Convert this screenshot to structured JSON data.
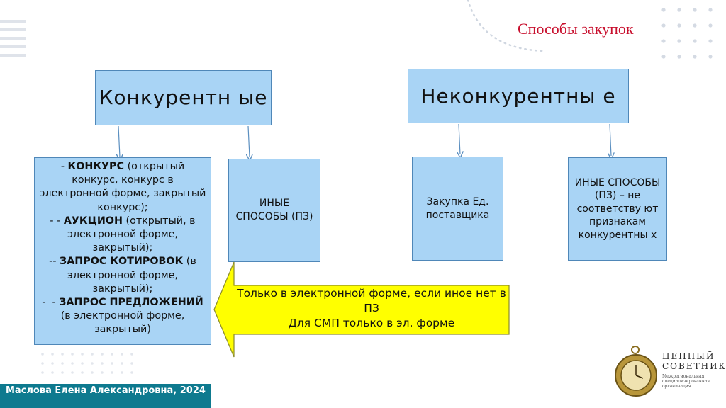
{
  "title": "Способы закупок",
  "competitive": {
    "header": "Конкурентн ые",
    "items": [
      {
        "bold": "КОНКУРС",
        "text": " (открытый конкурс, конкурс в электронной форме, закрытый конкурс);",
        "prefix": ""
      },
      {
        "bold": "АУКЦИОН",
        "text": " (открытый, в электронной форме, закрытый);",
        "prefix": "- "
      },
      {
        "bold": "ЗАПРОС КОТИРОВОК",
        "text": " (в электронной форме, закрытый);",
        "prefix": "- "
      },
      {
        "bold": "ЗАПРОС ПРЕДЛОЖЕНИЙ",
        "text": " (в электронной форме, закрытый)",
        "prefix": "- "
      }
    ],
    "other": "ИНЫЕ СПОСОБЫ (ПЗ)"
  },
  "noncompetitive": {
    "header": "Неконкурентны е",
    "single_supplier": "Закупка Ед. поставщика",
    "other": "ИНЫЕ СПОСОБЫ (ПЗ) – не соответству ют признакам конкурентны х"
  },
  "arrow_note": {
    "line1": "Только в электронной форме, если иное нет в ПЗ",
    "line2": "Для СМП только в эл. форме"
  },
  "footer": {
    "author": "Маслова Елена Александровна, 2024"
  },
  "logo": {
    "name_line1": "ЦЕННЫЙ",
    "name_line2": "СОВЕТНИК",
    "tagline": "Межрегиональная специализированная организация",
    "icon": "pocket-watch-icon"
  },
  "colors": {
    "box_fill": "#a9d4f5",
    "box_border": "#4f87b8",
    "arrow_fill": "#ffff00",
    "title": "#c8102e",
    "footer_bg": "#0e7a8f"
  }
}
